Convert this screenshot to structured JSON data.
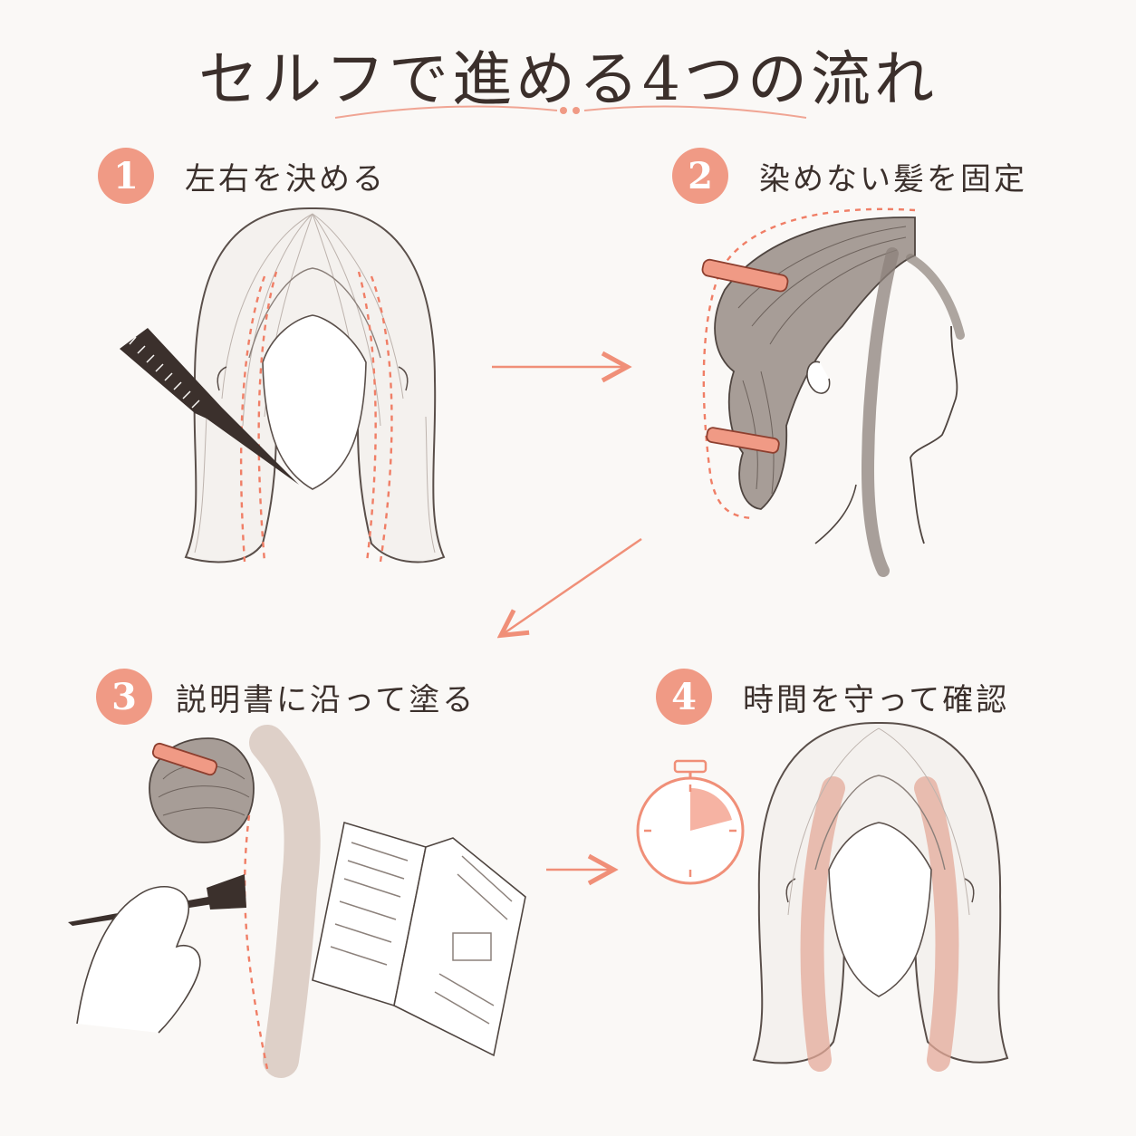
{
  "title": "セルフで進める4つの流れ",
  "accent_color": "#f09a85",
  "line_color": "#3b302c",
  "steps": [
    {
      "number": "1",
      "label": "左右を決める",
      "icon": "comb-icon"
    },
    {
      "number": "2",
      "label": "染めない髪を固定",
      "icon": "hair-clip-icon"
    },
    {
      "number": "3",
      "label": "説明書に沿って塗る",
      "icon": "brush-icon"
    },
    {
      "number": "4",
      "label": "時間を守って確認",
      "icon": "timer-icon"
    }
  ]
}
